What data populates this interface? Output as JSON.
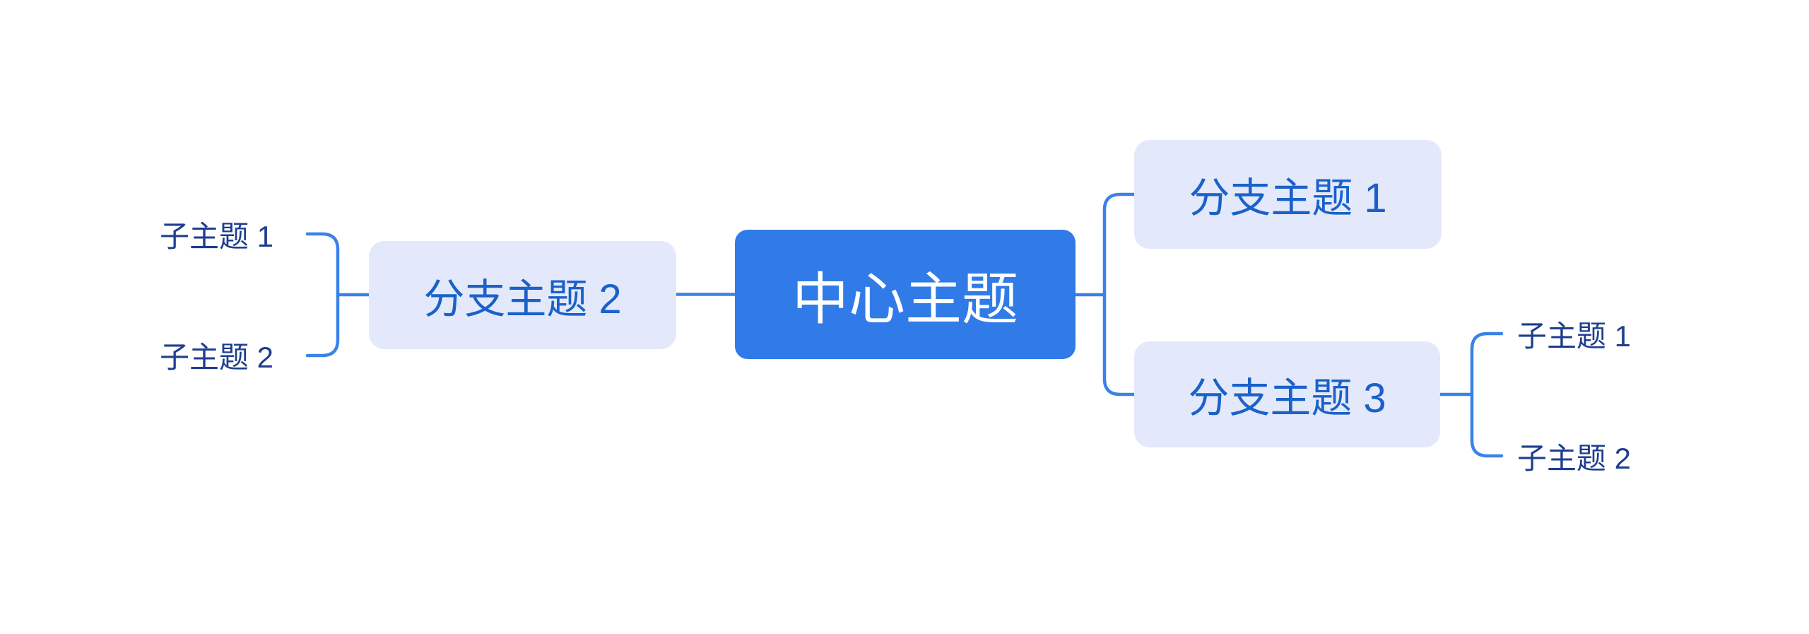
{
  "colors": {
    "canvas_background": "#ffffff",
    "root_node_fill": "#317be8",
    "root_node_text": "#ffffff",
    "branch_node_fill": "#e3e9fa",
    "branch_node_text": "#1a61c9",
    "subtopic_text": "#1e3e8e",
    "connector": "#3b82e8"
  },
  "mindmap": {
    "root": {
      "label": "中心主题"
    },
    "branches": [
      {
        "label": "分支主题 1",
        "side": "right",
        "children": []
      },
      {
        "label": "分支主题 2",
        "side": "left",
        "children": [
          {
            "label": "子主题 1"
          },
          {
            "label": "子主题 2"
          }
        ]
      },
      {
        "label": "分支主题 3",
        "side": "right",
        "children": [
          {
            "label": "子主题 1"
          },
          {
            "label": "子主题 2"
          }
        ]
      }
    ]
  }
}
